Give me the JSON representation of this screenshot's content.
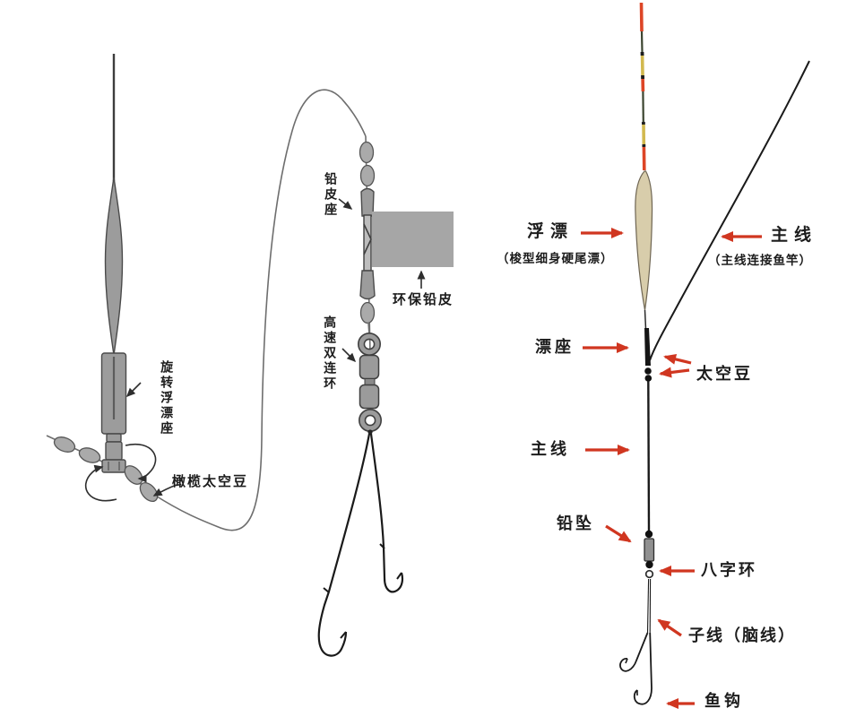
{
  "colors": {
    "arrow_red": "#d03620",
    "ink": "#1c1c1c",
    "gray_part": "#9c9c9c",
    "gray_dark": "#4a4a4a",
    "lead_gray": "#a6a6a6",
    "float_body": "#d8cdab",
    "antenna_red": "#dd4526",
    "antenna_yellow": "#d2b94f",
    "antenna_green": "#3c4530",
    "line_black": "#1a1a1a"
  },
  "left_rig": {
    "labels": {
      "rotating_float_seat": "旋转浮漂座",
      "olive_space_bean": "橄榄太空豆",
      "lead_sheet_seat": "铅皮座",
      "eco_lead_sheet": "环保铅皮",
      "high_speed_double_ring": "高速双连环"
    }
  },
  "right_rig": {
    "labels": {
      "float": "浮漂",
      "float_note": "（梭型细身硬尾漂）",
      "main_line_rod": "主线",
      "main_line_rod_note": "（主线连接鱼竿）",
      "float_seat": "漂座",
      "space_bean": "太空豆",
      "main_line": "主线",
      "lead_sinker": "铅坠",
      "figure_eight_ring": "八字环",
      "sub_line": "子线（脑线）",
      "fish_hook": "鱼钩"
    }
  }
}
